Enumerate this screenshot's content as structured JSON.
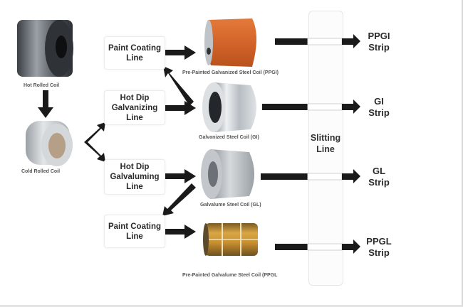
{
  "title": "Steel coil processing flow",
  "colors": {
    "arrow": "#1a1a1a",
    "ppgi_coil": "#d9692a",
    "ppgl_coil": "#c9952f",
    "steel_dark": "#555a60",
    "steel_light": "#c9cdd1"
  },
  "coils": {
    "hot_rolled": "Hot Rolled Coil",
    "cold_rolled": "Cold Rolled Coil",
    "ppgi": "Pre-Painted Galvanized Steel Coil (PPGI)",
    "gi": "Galvanized Steel Coil (GI)",
    "gl": "Galvalume Steel Coil (GL)",
    "ppgl": "Pre-Painted Galvalume Steel Coil (PPGL"
  },
  "process_lines": {
    "paint_coating_top": [
      "Paint Coating",
      "Line"
    ],
    "hot_dip_galvanizing": [
      "Hot Dip",
      "Galvanizing",
      "Line"
    ],
    "hot_dip_galvaluming": [
      "Hot Dip",
      "Galvaluming",
      "Line"
    ],
    "paint_coating_bottom": [
      "Paint Coating",
      "Line"
    ]
  },
  "slitting_line": [
    "Slitting",
    "Line"
  ],
  "strips": {
    "ppgi": [
      "PPGI",
      "Strip"
    ],
    "gi": [
      "GI",
      "Strip"
    ],
    "gl": [
      "GL",
      "Strip"
    ],
    "ppgl": [
      "PPGL",
      "Strip"
    ]
  }
}
